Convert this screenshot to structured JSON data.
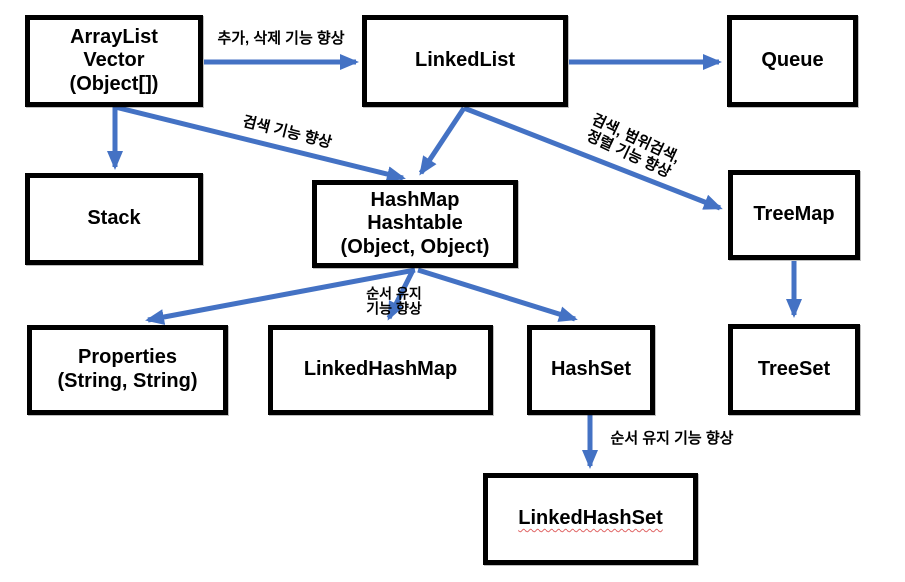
{
  "nodes": {
    "arraylist": {
      "label": "ArrayList\nVector\n(Object[])"
    },
    "linkedlist": {
      "label": "LinkedList"
    },
    "queue": {
      "label": "Queue"
    },
    "stack": {
      "label": "Stack"
    },
    "hashmap": {
      "label": "HashMap\nHashtable\n(Object, Object)"
    },
    "treemap": {
      "label": "TreeMap"
    },
    "properties": {
      "label": "Properties\n(String, String)"
    },
    "linkedhashmap": {
      "label": "LinkedHashMap"
    },
    "hashset": {
      "label": "HashSet"
    },
    "treeset": {
      "label": "TreeSet"
    },
    "linkedhashset": {
      "label": "LinkedHashSet"
    }
  },
  "edge_labels": {
    "add_delete": "추가, 삭제 기능 향상",
    "search": "검색 기능 향상",
    "search_range_sort": "검색, 범위검색,\n정렬 기능 향상",
    "order_keep_two_line": "순서 유지\n기능 향상",
    "order_keep": "순서 유지 기능 향상"
  },
  "colors": {
    "arrow": "#4472C4",
    "box_border": "#000000",
    "box_fill": "#FFFFFF",
    "text": "#000000",
    "background": "#FFFFFF"
  }
}
